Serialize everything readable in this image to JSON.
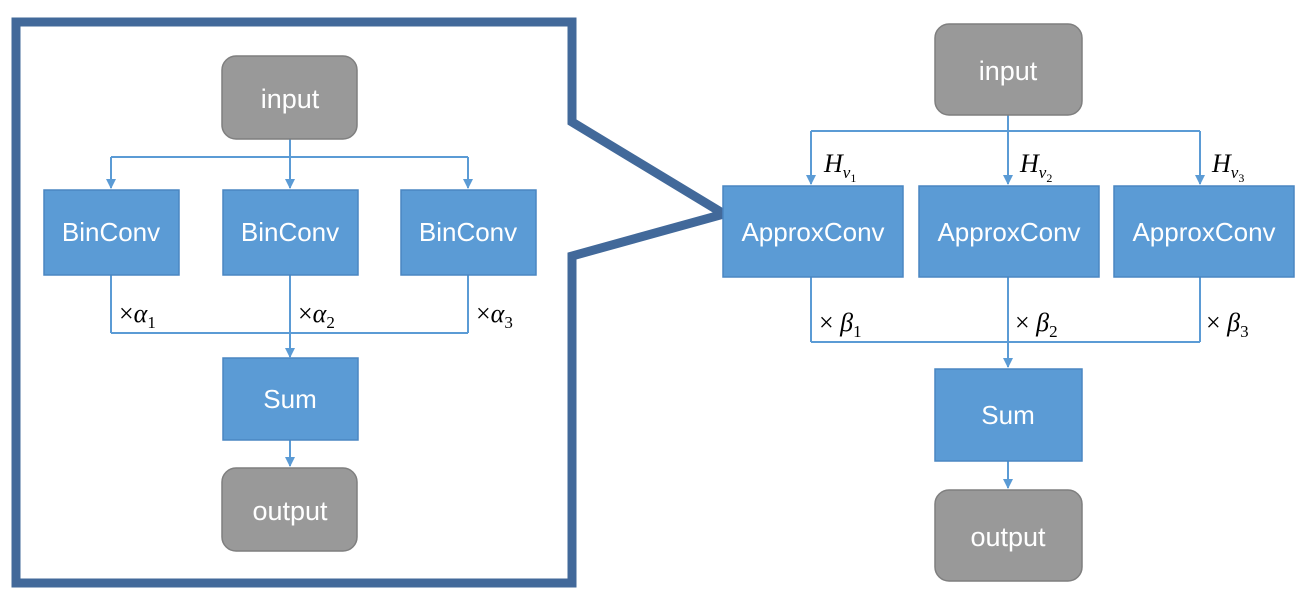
{
  "left": {
    "input": "input",
    "branches": [
      "BinConv",
      "BinConv",
      "BinConv"
    ],
    "weights": [
      {
        "sym": "α",
        "idx": "1"
      },
      {
        "sym": "α",
        "idx": "2"
      },
      {
        "sym": "α",
        "idx": "3"
      }
    ],
    "sum": "Sum",
    "output": "output"
  },
  "right": {
    "input": "input",
    "branches": [
      "ApproxConv",
      "ApproxConv",
      "ApproxConv"
    ],
    "hashes": [
      {
        "sym": "H",
        "v": "v",
        "idx": "1"
      },
      {
        "sym": "H",
        "v": "v",
        "idx": "2"
      },
      {
        "sym": "H",
        "v": "v",
        "idx": "3"
      }
    ],
    "weights": [
      {
        "sym": "β",
        "idx": "1"
      },
      {
        "sym": "β",
        "idx": "2"
      },
      {
        "sym": "β",
        "idx": "3"
      }
    ],
    "sum": "Sum",
    "output": "output"
  },
  "colors": {
    "callout_border": "#42699a",
    "blue_box": "#5b9bd5",
    "blue_box_border": "#4a86c2",
    "gray_box": "#999999",
    "gray_box_border": "#7f7f7f",
    "arrow": "#5b9bd5"
  }
}
